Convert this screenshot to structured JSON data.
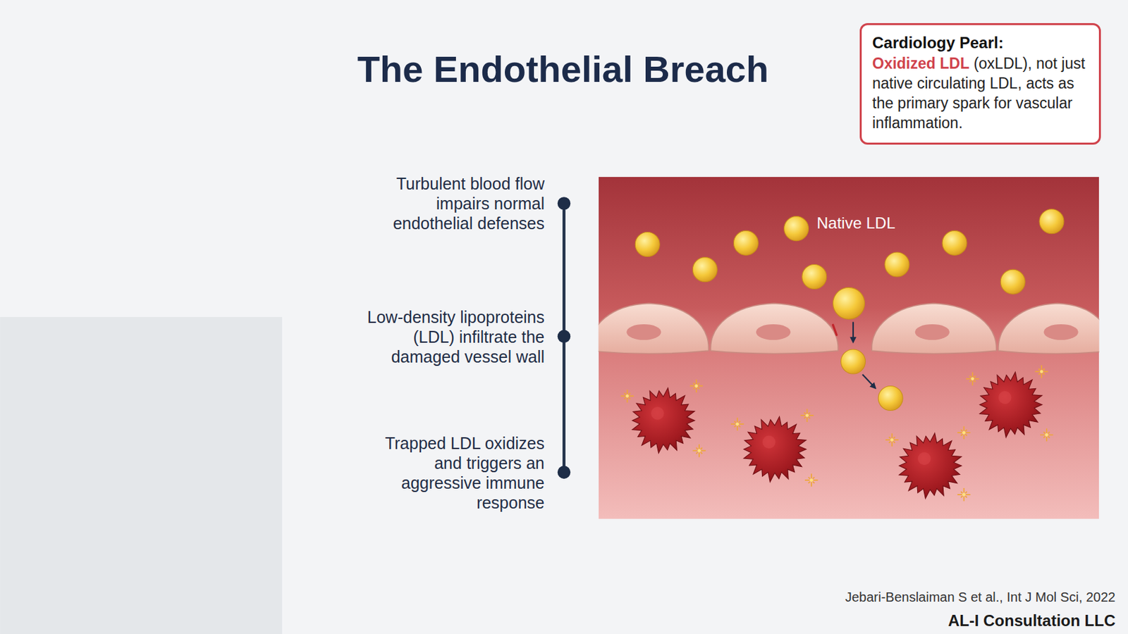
{
  "diagram": {
    "title": "The Endothelial Breach",
    "nodes": [
      {
        "text": [
          "Cardiology Pearl:",
          "Oxidized LDL",
          "(oxLDL), not just native circulating LDL, acts as the primary spark for vascular inflammation."
        ]
      }
    ],
    "labels": [
      "Turbulent blood flow impairs normal endothelial defenses",
      "Low-density lipoproteins (LDL) infiltrate the damaged vessel wall",
      "Trapped LDL oxidizes and triggers an aggressive immune response",
      "Native LDL",
      "Jebari-Benslaiman S et al., Int J Mol Sci, 2022",
      "AL-I Consultation LLC"
    ]
  }
}
